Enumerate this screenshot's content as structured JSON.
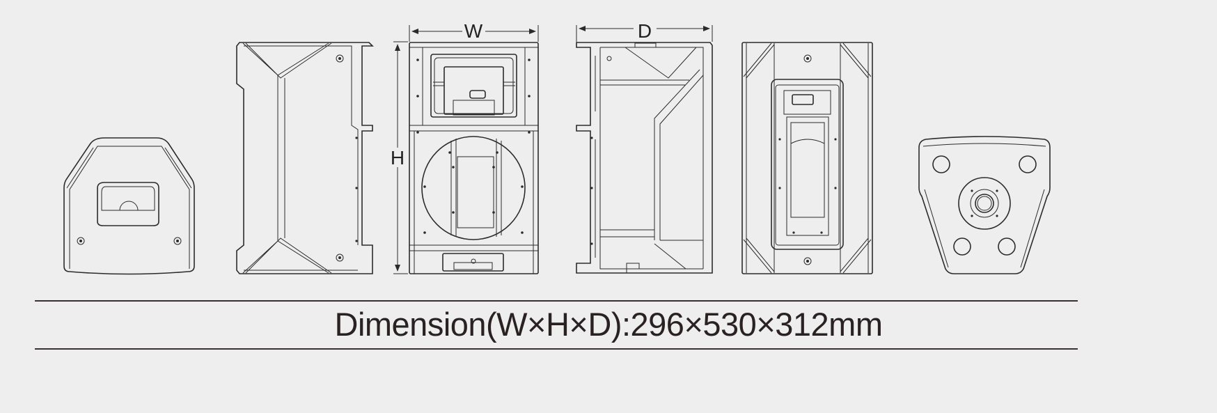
{
  "labels": {
    "width": "W",
    "height": "H",
    "depth": "D"
  },
  "caption": "Dimension(W×H×D):296×530×312mm",
  "colors": {
    "background": "#eeeeee",
    "line": "#2b2b2b",
    "text": "#2a2222"
  }
}
